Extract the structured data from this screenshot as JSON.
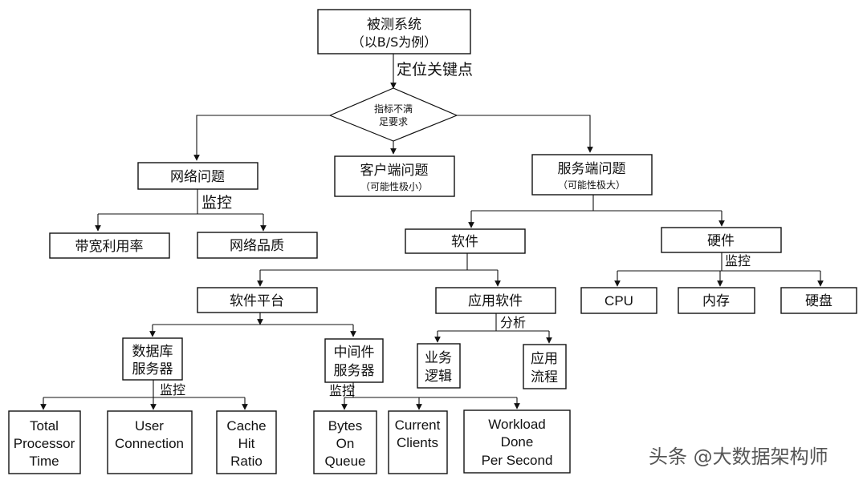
{
  "diagram": {
    "root": {
      "line1": "被测系统",
      "line2": "（以B/S为例）"
    },
    "root_edge_label": "定位关键点",
    "decision": {
      "line1": "指标不满",
      "line2": "足要求"
    },
    "network": {
      "label": "网络问题",
      "edge_label": "监控",
      "children": [
        "带宽利用率",
        "网络品质"
      ]
    },
    "client": {
      "line1": "客户端问题",
      "line2": "（可能性极小）"
    },
    "server": {
      "line1": "服务端问题",
      "line2": "（可能性极大）"
    },
    "software": {
      "label": "软件"
    },
    "hardware": {
      "label": "硬件",
      "edge_label": "监控",
      "children": [
        "CPU",
        "内存",
        "硬盘"
      ]
    },
    "platform": {
      "label": "软件平台"
    },
    "app": {
      "label": "应用软件",
      "edge_label": "分析",
      "children": [
        {
          "line1": "业务",
          "line2": "逻辑"
        },
        {
          "line1": "应用",
          "line2": "流程"
        }
      ]
    },
    "db": {
      "line1": "数据库",
      "line2": "服务器",
      "edge_label": "监控",
      "children": [
        {
          "lines": [
            "Total",
            "Processor",
            "Time"
          ]
        },
        {
          "lines": [
            "User",
            "Connection"
          ]
        },
        {
          "lines": [
            "Cache",
            "Hit",
            "Ratio"
          ]
        }
      ]
    },
    "middleware": {
      "line1": "中间件",
      "line2": "服务器",
      "edge_label": "监控",
      "children": [
        {
          "lines": [
            "Bytes",
            "On",
            "Queue"
          ]
        },
        {
          "lines": [
            "Current",
            "Clients"
          ]
        },
        {
          "lines": [
            "Workload",
            "Done",
            "Per Second"
          ]
        }
      ]
    }
  },
  "watermark": "头条 @大数据架构师"
}
